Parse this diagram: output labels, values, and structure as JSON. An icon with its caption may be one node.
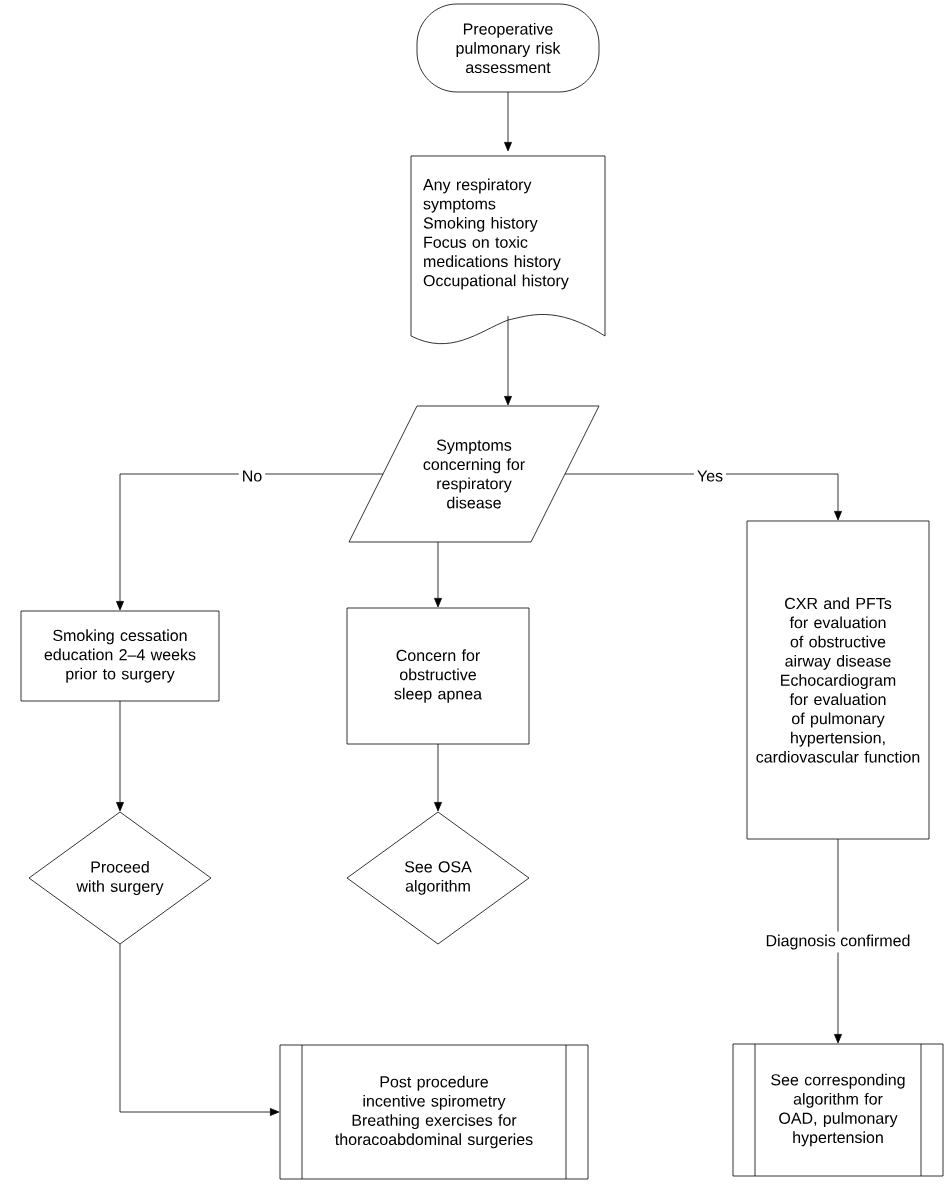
{
  "diagram": {
    "nodes": [
      {
        "text": [
          "Preoperative pulmonary risk assessment"
        ]
      },
      {
        "text": [
          "Any respiratory symptoms",
          "Smoking history",
          "Focus on toxic medications history",
          "Occupational history"
        ]
      },
      {
        "text": [
          "Symptoms concerning for respiratory disease"
        ]
      },
      {
        "text": [
          "Smoking cessation education 2–4 weeks prior to surgery"
        ]
      },
      {
        "text": [
          "Concern for obstructive sleep apnea"
        ]
      },
      {
        "text": [
          "CXR and PFTs for evaluation of obstructive airway disease",
          "Echocardiogram for evaluation of pulmonary hypertension, cardiovascular function"
        ]
      },
      {
        "text": [
          "Proceed with surgery"
        ]
      },
      {
        "text": [
          "See OSA algorithm"
        ]
      },
      {
        "text": [
          "Post procedure incentive spirometry",
          "Breathing exercises for thoracoabdominal surgeries"
        ]
      },
      {
        "text": [
          "See corresponding algorithm for OAD, pulmonary hypertension"
        ]
      }
    ],
    "edges": [
      {
        "from": 0,
        "to": 1,
        "arrow": "to"
      },
      {
        "from": 1,
        "to": 2,
        "arrow": "to"
      },
      {
        "from": 2,
        "to": 3,
        "arrow": "to",
        "label": "No"
      },
      {
        "from": 2,
        "to": 5,
        "arrow": "to",
        "label": "Yes"
      },
      {
        "from": 2,
        "to": 4,
        "arrow": "to"
      },
      {
        "from": 3,
        "to": 6,
        "arrow": "to"
      },
      {
        "from": 4,
        "to": 7,
        "arrow": "to"
      },
      {
        "from": 6,
        "to": 8,
        "arrow": "to"
      },
      {
        "from": 5,
        "to": 9,
        "arrow": "to",
        "label": "Diagnosis confirmed"
      }
    ]
  }
}
